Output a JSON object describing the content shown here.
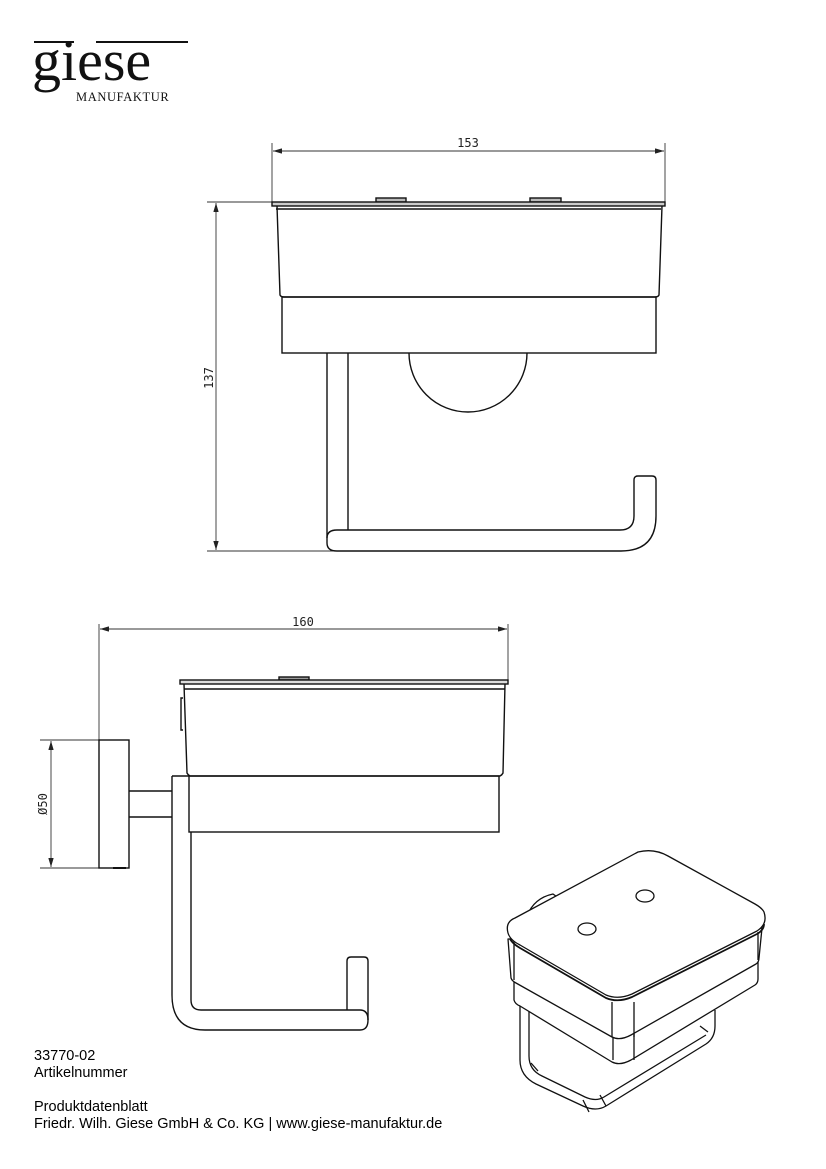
{
  "logo": {
    "wordmark": "giese",
    "subtitle": "MANUFAKTUR"
  },
  "drawing": {
    "front_view": {
      "width_label": "153",
      "height_label": "137"
    },
    "side_view": {
      "depth_label": "160",
      "rosette_label": "Ø50"
    },
    "isometric_view": {
      "description": "Isometric 3D view of toilet paper holder with lid"
    }
  },
  "footer": {
    "article_number": "33770-02",
    "article_number_label": "Artikelnummer",
    "doc_type": "Produktdatenblatt",
    "company_line": "Friedr. Wilh. Giese GmbH & Co. KG | www.giese-manufaktur.de"
  }
}
